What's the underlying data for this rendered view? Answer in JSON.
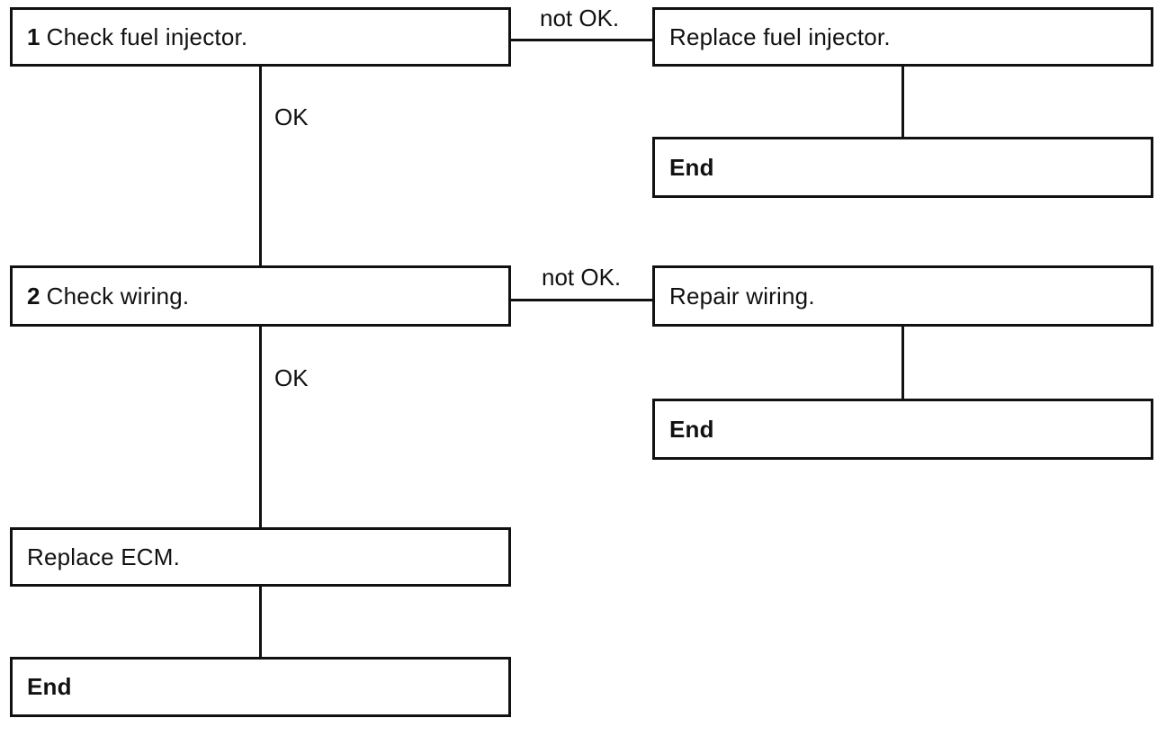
{
  "step1": {
    "number": "1",
    "text": "Check fuel injector."
  },
  "step2": {
    "number": "2",
    "text": "Check wiring."
  },
  "branch1": {
    "label": "not OK.",
    "action": "Replace fuel injector.",
    "end": "End"
  },
  "branch2": {
    "label": "not OK.",
    "action": "Repair wiring.",
    "end": "End"
  },
  "ok_labels": [
    "OK",
    "OK"
  ],
  "final": {
    "action": "Replace ECM.",
    "end": "End"
  }
}
